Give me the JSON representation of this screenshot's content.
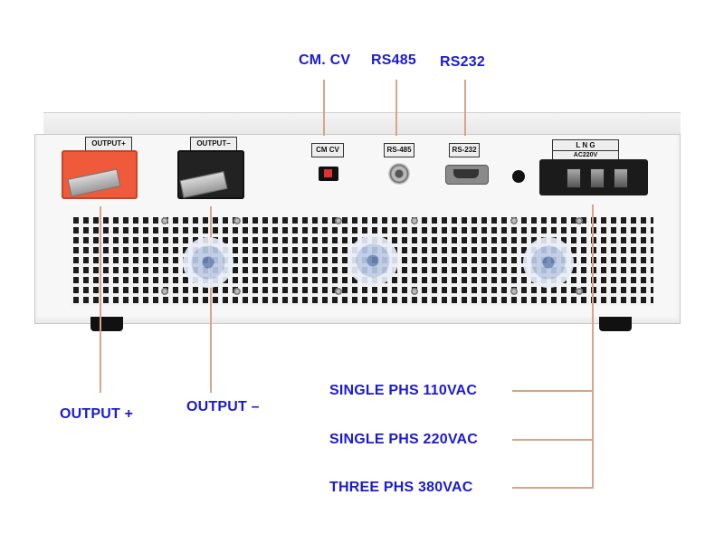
{
  "callouts": {
    "cm_cv": "CM. CV",
    "rs485": "RS485",
    "rs232": "RS232",
    "output_plus": "OUTPUT +",
    "output_minus": "OUTPUT –",
    "single_110": "SINGLE PHS 110VAC",
    "single_220": "SINGLE PHS 220VAC",
    "three_380": "THREE PHS 380VAC"
  },
  "panel_tags": {
    "output_plus": "OUTPUT+",
    "output_minus": "OUTPUT–",
    "cm_cv": "CM CV",
    "rs485": "RS-485",
    "rs232": "RS-232",
    "ac_lng": "L  N  G",
    "ac_voltage": "AC220V"
  },
  "colors": {
    "callout_text": "#1a1ad8",
    "leader_line": "#d4a68a",
    "positive_terminal": "#ee5a3a",
    "negative_terminal": "#222222"
  }
}
